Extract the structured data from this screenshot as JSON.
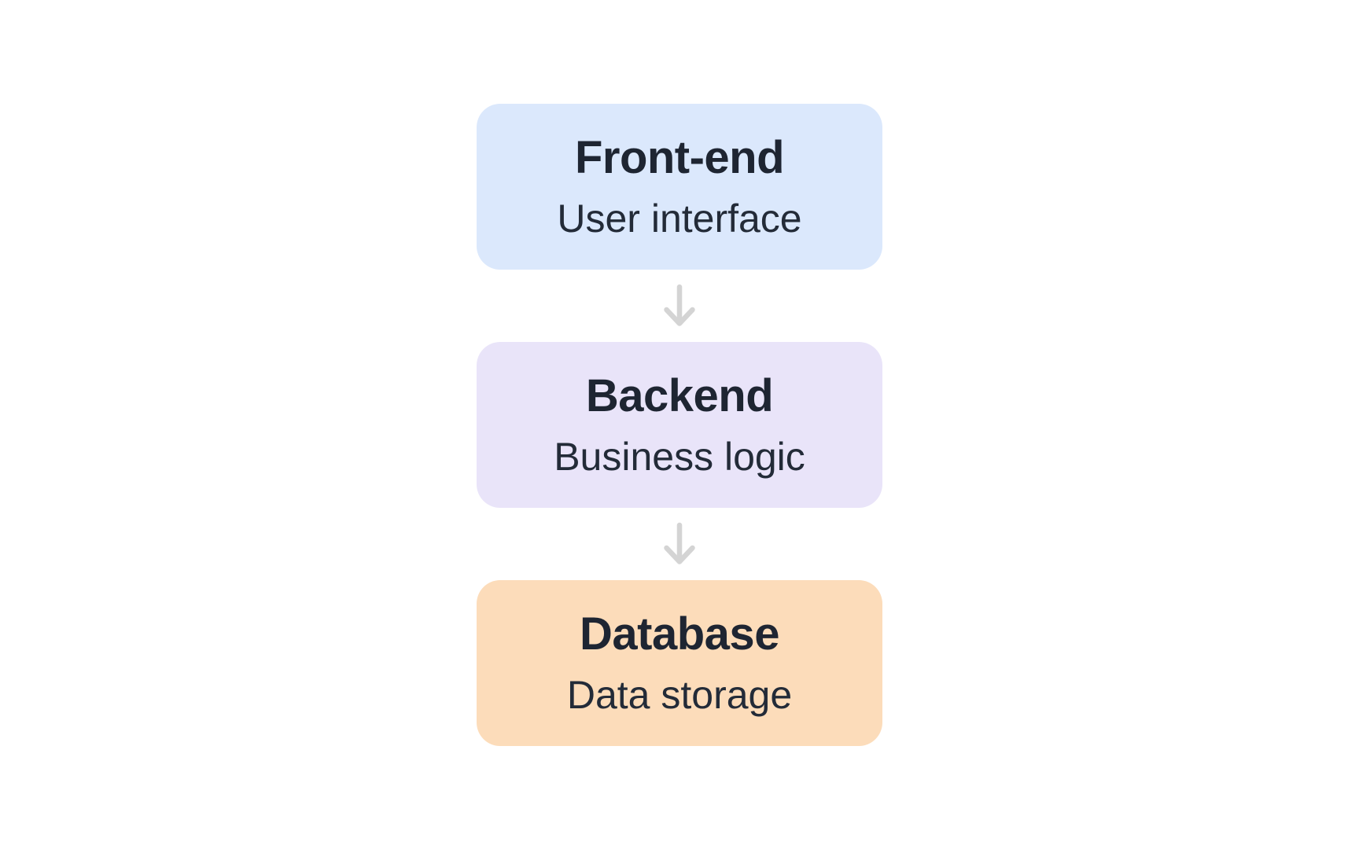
{
  "diagram": {
    "nodes": [
      {
        "title": "Front-end",
        "subtitle": "User interface",
        "bg": "#dbe8fc"
      },
      {
        "title": "Backend",
        "subtitle": "Business logic",
        "bg": "#e9e4f9"
      },
      {
        "title": "Database",
        "subtitle": "Data storage",
        "bg": "#fcdcba"
      }
    ],
    "arrow": {
      "name": "down-arrow",
      "color": "#d4d4d4"
    },
    "colors": {
      "background": "#ffffff",
      "title_text": "#1e2532",
      "subtitle_text": "#232b38"
    }
  }
}
